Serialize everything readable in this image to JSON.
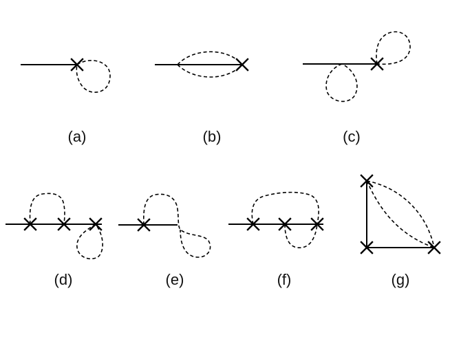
{
  "diagrams": [
    {
      "label": "(a)"
    },
    {
      "label": "(b)"
    },
    {
      "label": "(c)"
    },
    {
      "label": "(d)"
    },
    {
      "label": "(e)"
    },
    {
      "label": "(f)"
    },
    {
      "label": "(g)"
    }
  ],
  "colors": {
    "ink": "#000000",
    "background": "#ffffff"
  }
}
